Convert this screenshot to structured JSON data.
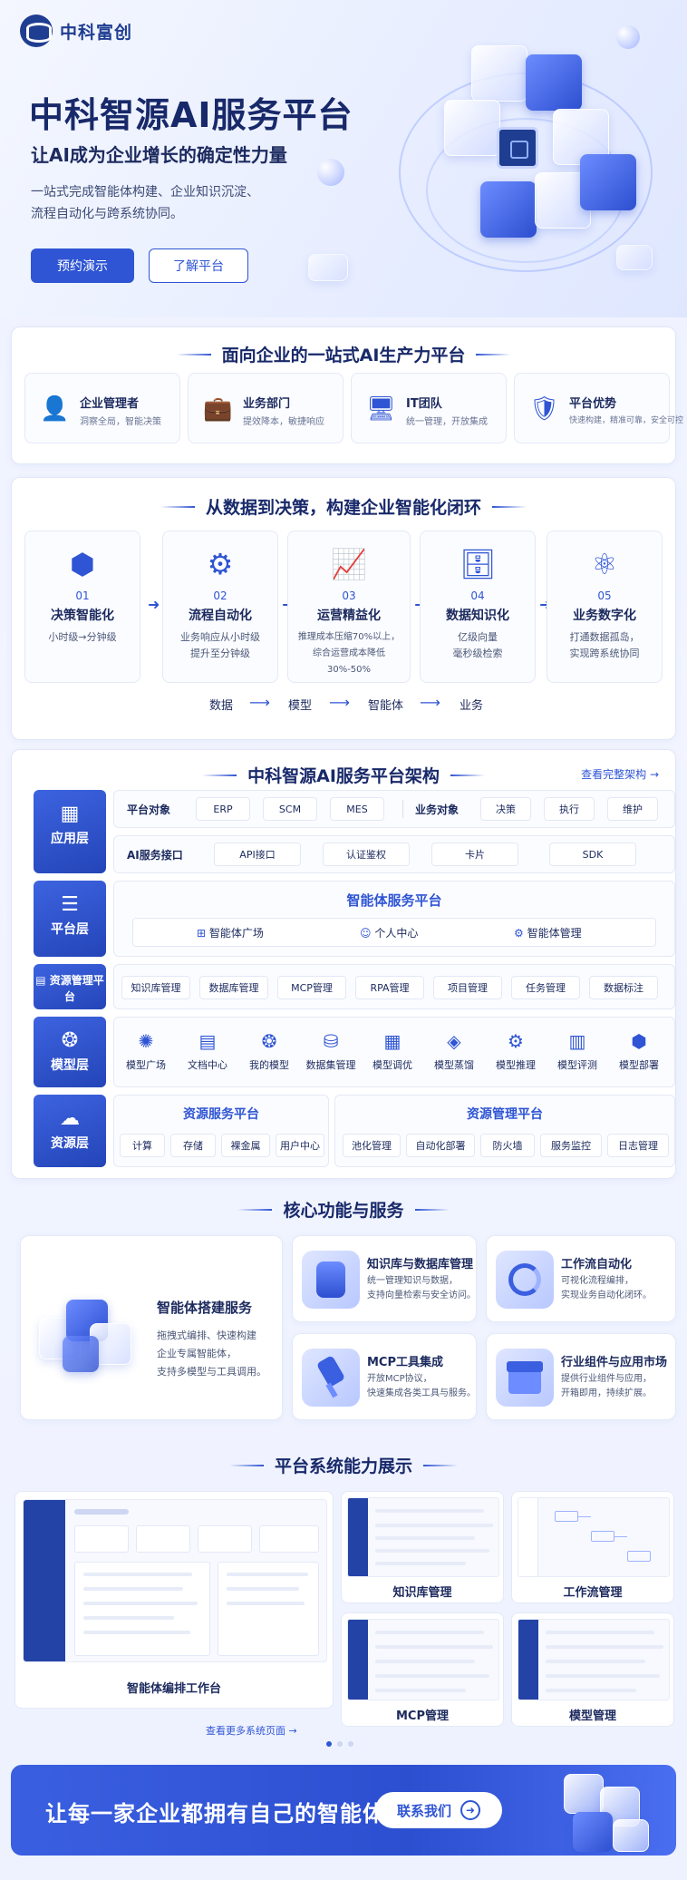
{
  "brand": {
    "name": "中科富创"
  },
  "hero": {
    "title": "中科智源AI服务平台",
    "subtitle": "让AI成为企业增长的确定性力量",
    "desc_line1": "一站式完成智能体构建、企业知识沉淀、",
    "desc_line2": "流程自动化与跨系统协同。",
    "primary_button": "预约演示",
    "secondary_button": "了解平台"
  },
  "section1": {
    "title": "面向企业的一站式AI生产力平台",
    "roles": [
      {
        "name": "企业管理者",
        "desc": "洞察全局，智能决策",
        "icon": "user-manager-icon"
      },
      {
        "name": "业务部门",
        "desc": "提效降本，敏捷响应",
        "icon": "briefcase-icon"
      },
      {
        "name": "IT团队",
        "desc": "统一管理，开放集成",
        "icon": "monitor-icon"
      },
      {
        "name": "平台优势",
        "desc": "快速构建，精准可靠，安全可控",
        "icon": "shield-check-icon"
      }
    ]
  },
  "section2": {
    "title": "从数据到决策，构建企业智能化闭环",
    "steps": [
      {
        "num": "01",
        "name": "决策智能化",
        "desc1": "小时级→分钟级",
        "desc2": "",
        "desc3": "",
        "icon": "cube-icon"
      },
      {
        "num": "02",
        "name": "流程自动化",
        "desc1": "业务响应从小时级",
        "desc2": "提升至分钟级",
        "desc3": "",
        "icon": "gear-flow-icon"
      },
      {
        "num": "03",
        "name": "运营精益化",
        "desc1": "推理成本压缩70%以上，",
        "desc2": "综合运营成本降低",
        "desc3": "30%-50%",
        "icon": "chart-up-icon"
      },
      {
        "num": "04",
        "name": "数据知识化",
        "desc1": "亿级向量",
        "desc2": "毫秒级检索",
        "desc3": "",
        "icon": "database-search-icon"
      },
      {
        "num": "05",
        "name": "业务数字化",
        "desc1": "打通数据孤岛，",
        "desc2": "实现跨系统协同",
        "desc3": "",
        "icon": "network-icon"
      }
    ],
    "flow": [
      "数据",
      "模型",
      "智能体",
      "业务"
    ]
  },
  "section3": {
    "title": "中科智源AI服务平台架构",
    "link": "查看完整架构",
    "app_layer": {
      "label": "应用层",
      "row1_label": "平台对象",
      "row1_items": [
        "ERP",
        "SCM",
        "MES"
      ],
      "row1_label2": "业务对象",
      "row1_items2": [
        "决策",
        "执行",
        "维护"
      ],
      "row2_label": "AI服务接口",
      "row2_items": [
        "API接口",
        "认证鉴权",
        "卡片",
        "SDK"
      ]
    },
    "platform_layer": {
      "label": "平台层",
      "title": "智能体服务平台",
      "items": [
        "智能体广场",
        "个人中心",
        "智能体管理"
      ]
    },
    "resource_mgmt_layer": {
      "label": "资源管理平台",
      "items": [
        "知识库管理",
        "数据库管理",
        "MCP管理",
        "RPA管理",
        "项目管理",
        "任务管理",
        "数据标注"
      ]
    },
    "model_layer": {
      "label": "模型层",
      "items": [
        "模型广场",
        "文档中心",
        "我的模型",
        "数据集管理",
        "模型调优",
        "模型蒸馏",
        "模型推理",
        "模型评测",
        "模型部署"
      ]
    },
    "resource_layer": {
      "label": "资源层",
      "left_title": "资源服务平台",
      "left_items": [
        "计算",
        "存储",
        "裸金属",
        "用户中心"
      ],
      "right_title": "资源管理平台",
      "right_items": [
        "池化管理",
        "自动化部署",
        "防火墙",
        "服务监控",
        "日志管理"
      ]
    }
  },
  "section4": {
    "title": "核心功能与服务",
    "main": {
      "title": "智能体搭建服务",
      "desc1": "拖拽式编排、快速构建",
      "desc2": "企业专属智能体，",
      "desc3": "支持多模型与工具调用。"
    },
    "features": [
      {
        "title": "知识库与数据库管理",
        "desc1": "统一管理知识与数据，",
        "desc2": "支持向量检索与安全访问。"
      },
      {
        "title": "工作流自动化",
        "desc1": "可视化流程编排，",
        "desc2": "实现业务自动化闭环。"
      },
      {
        "title": "MCP工具集成",
        "desc1": "开放MCP协议，",
        "desc2": "快速集成各类工具与服务。"
      },
      {
        "title": "行业组件与应用市场",
        "desc1": "提供行业组件与应用，",
        "desc2": "开箱即用，持续扩展。"
      }
    ]
  },
  "section5": {
    "title": "平台系统能力展示",
    "shots": [
      "智能体编排工作台",
      "知识库管理",
      "工作流管理",
      "MCP管理",
      "模型管理"
    ],
    "more_link": "查看更多系统页面"
  },
  "cta": {
    "text": "让每一家企业都拥有自己的智能体",
    "button": "联系我们"
  },
  "colors": {
    "primary": "#2f55d4",
    "dark": "#18296a",
    "accent_bg": "#eef2ff"
  }
}
